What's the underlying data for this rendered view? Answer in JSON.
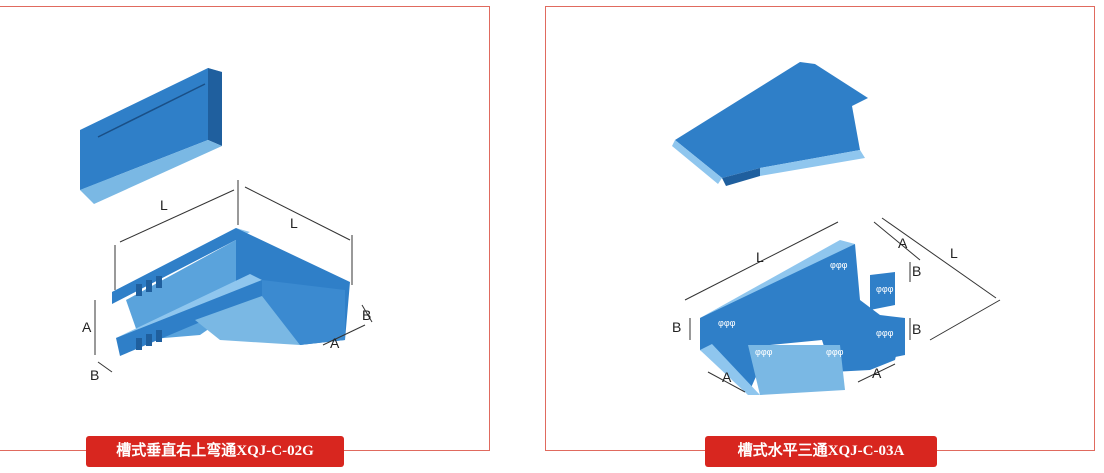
{
  "panels": [
    {
      "caption": "槽式垂直右上弯通XQJ-C-02G",
      "dimension_labels": {
        "l1": "L",
        "l2": "L",
        "a_left": "A",
        "b_left": "B",
        "a_right": "A",
        "b_right": "B"
      }
    },
    {
      "caption": "槽式水平三通XQJ-C-03A",
      "dimension_labels": {
        "l1": "L",
        "l2": "L",
        "a_top": "A",
        "b_top": "B",
        "b_left": "B",
        "b_right": "B",
        "a_bottom_left": "A",
        "a_bottom_right": "A"
      }
    }
  ],
  "colors": {
    "tray_blue": "#2f7fc8",
    "tray_dark": "#1f5f9e",
    "tray_light": "#8fc6ee",
    "accent_red": "#d8261f",
    "border": "#e06a5e"
  }
}
